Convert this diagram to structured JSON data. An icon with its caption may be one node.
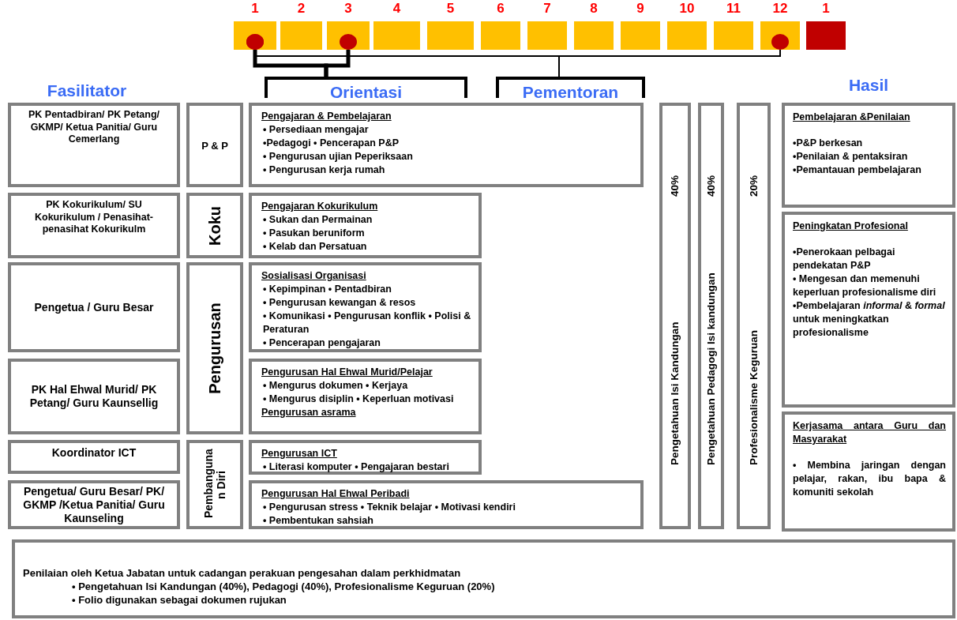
{
  "diagram": {
    "nodes": [
      {
        "text": [
          "1"
        ]
      },
      {
        "text": [
          "2"
        ]
      },
      {
        "text": [
          "3"
        ]
      },
      {
        "text": [
          "4"
        ]
      },
      {
        "text": [
          "5"
        ]
      },
      {
        "text": [
          "6"
        ]
      },
      {
        "text": [
          "7"
        ]
      },
      {
        "text": [
          "8"
        ]
      },
      {
        "text": [
          "9"
        ]
      },
      {
        "text": [
          "10"
        ]
      },
      {
        "text": [
          "11"
        ]
      },
      {
        "text": [
          "12"
        ]
      },
      {
        "text": [
          "1"
        ]
      },
      {
        "text": [
          "Orientasi"
        ]
      },
      {
        "text": [
          "Pementoran"
        ]
      },
      {
        "text": [
          "PK Pentadbiran/ PK Petang/ GKMP/ Ketua Panitia/ Guru Cemerlang"
        ]
      },
      {
        "text": [
          "P & P"
        ]
      },
      {
        "text": [
          "Pengajaran & Pembelajaran",
          "• Persediaan mengajar",
          "•Pedagogi • Pencerapan P&P",
          "• Pengurusan ujian Peperiksaan",
          "• Pengurusan kerja rumah"
        ]
      },
      {
        "text": [
          "PK Kokurikulum/ SU Kokurikulum / Penasihat-penasihat Kokurikulm"
        ]
      },
      {
        "text": [
          "Koku"
        ]
      },
      {
        "text": [
          "Pengajaran Kokurikulum",
          "• Sukan dan Permainan",
          "• Pasukan beruniform",
          "• Kelab dan Persatuan"
        ]
      },
      {
        "text": [
          "Pengetua / Guru Besar"
        ]
      },
      {
        "text": [
          "Pengurusan"
        ]
      },
      {
        "text": [
          "Sosialisasi Organisasi",
          "• Kepimpinan • Pentadbiran",
          "• Pengurusan kewangan & resos",
          "• Komunikasi • Pengurusan konflik • Polisi & Peraturan",
          "• Pencerapan pengajaran"
        ]
      },
      {
        "text": [
          "PK Hal Ehwal Murid/ PK Petang/ Guru Kaunsellig"
        ]
      },
      {
        "text": [
          "Pengurusan Hal Ehwal Murid/Pelajar",
          "• Mengurus dokumen • Kerjaya",
          "• Mengurus disiplin • Keperluan motivasi",
          "Pengurusan asrama"
        ]
      },
      {
        "text": [
          "Koordinator ICT"
        ]
      },
      {
        "text": [
          "Pembanguna n Diri"
        ]
      },
      {
        "text": [
          "Pengurusan ICT",
          "• Literasi komputer • Pengajaran bestari"
        ]
      },
      {
        "text": [
          "Pengetua/ Guru Besar/ PK/ GKMP /Ketua Panitia/ Guru Kaunseling"
        ]
      },
      {
        "text": [
          "Pengurusan Hal Ehwal Peribadi",
          "• Pengurusan stress • Teknik belajar • Motivasi kendiri",
          "• Pembentukan sahsiah"
        ]
      },
      {
        "text": [
          "40%",
          "Pengetahuan Isi Kandungan"
        ]
      },
      {
        "text": [
          "40%",
          "Pengetahuan Pedagogi Isi kandungan"
        ]
      },
      {
        "text": [
          "20%",
          "Profesionalisme Keguruan"
        ]
      },
      {
        "text": [
          "Pembelajaran &Penilaian",
          "•P&P berkesan",
          "•Penilaian & pentaksiran",
          "•Pemantauan pembelajaran"
        ]
      },
      {
        "text": [
          "Peningkatan Profesional",
          "•Penerokaan pelbagai pendekatan P&P",
          "• Mengesan dan memenuhi keperluan profesionalisme diri",
          "•Pembelajaran *informal* & *formal* untuk meningkatkan profesionalisme"
        ]
      },
      {
        "text": [
          "Kerjasama antara Guru dan Masyarakat",
          "• Membina jaringan dengan pelajar, rakan, ibu bapa & komuniti sekolah"
        ]
      },
      {
        "text": [
          "Penilaian oleh Ketua Jabatan untuk cadangan perakuan pengesahan dalam perkhidmatan",
          "• Pengetahuan Isi Kandungan (40%), Pedagogi (40%), Profesionalisme Keguruan (20%)",
          "• Folio digunakan sebagai dokumen rujukan"
        ]
      }
    ],
    "edges": [
      {
        "from": 0,
        "to": 13,
        "arrow": "other",
        "style": "thick"
      },
      {
        "from": 2,
        "to": 13,
        "arrow": "other",
        "style": "thick"
      },
      {
        "from": 0,
        "to": 14,
        "arrow": "other"
      },
      {
        "from": 11,
        "to": 14,
        "arrow": "other"
      }
    ],
    "labels": [
      "Fasilitator",
      "Hasil"
    ]
  }
}
